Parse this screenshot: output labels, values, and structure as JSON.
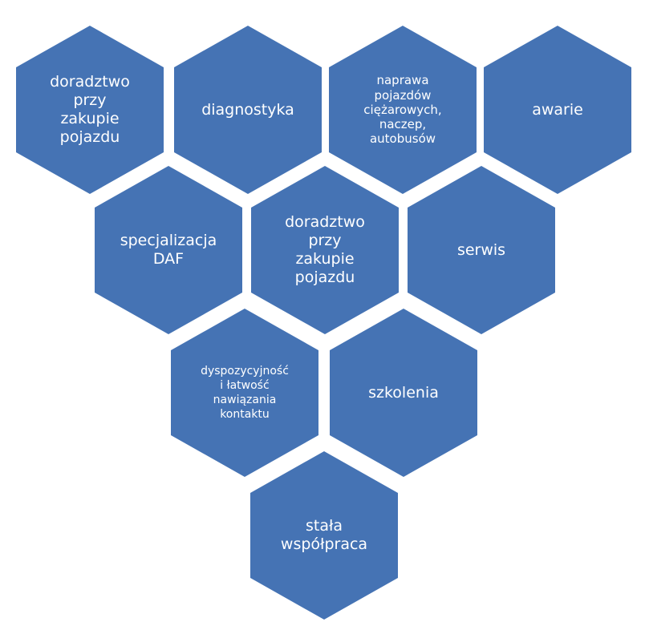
{
  "diagram": {
    "fill_color": "#4573b4",
    "text_color": "#ffffff",
    "hexagons": [
      {
        "label": "doradztwo\nprzy\nzakupie\npojazdu"
      },
      {
        "label": "diagnostyka"
      },
      {
        "label": "naprawa\npojazdów\nciężarowych,\nnaczep,\nautobusów"
      },
      {
        "label": "awarie"
      },
      {
        "label": "specjalizacja\nDAF"
      },
      {
        "label": "doradztwo\nprzy\nzakupie\npojazdu"
      },
      {
        "label": "serwis"
      },
      {
        "label": "dyspozycyjność\ni łatwość\nnawiązania\nkontaktu"
      },
      {
        "label": "szkolenia"
      },
      {
        "label": "stała\nwspółpraca"
      }
    ]
  }
}
